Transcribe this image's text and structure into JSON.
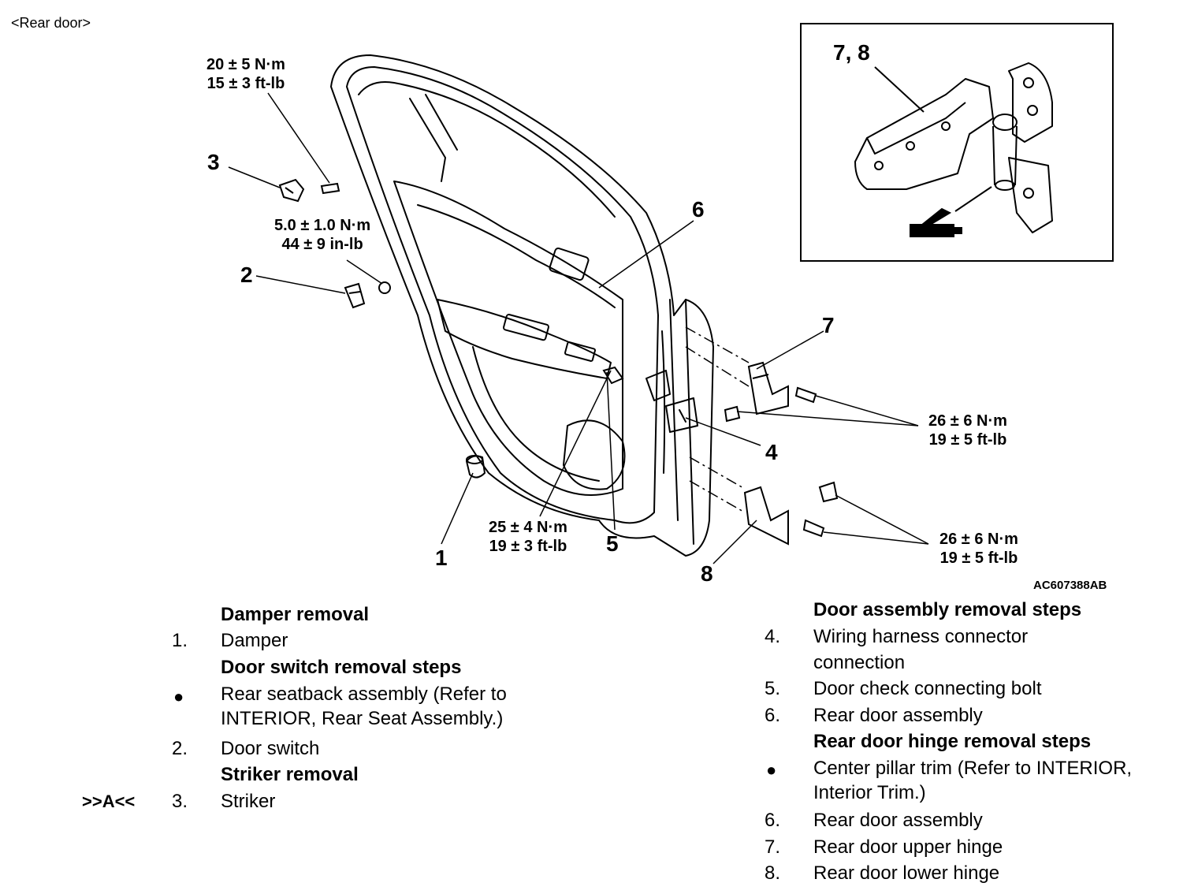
{
  "section_label": "<Rear door>",
  "figure_code": "AC607388AB",
  "callouts": {
    "c1": "1",
    "c2": "2",
    "c3": "3",
    "c4": "4",
    "c5": "5",
    "c6": "6",
    "c7": "7",
    "c8": "8",
    "c78": "7, 8"
  },
  "torques": {
    "t_striker_bolt": {
      "metric": "20 ± 5 N·m",
      "imperial": "15 ± 3 ft-lb"
    },
    "t_switch": {
      "metric": "5.0 ± 1.0 N·m",
      "imperial": "44 ± 9 in-lb"
    },
    "t_check": {
      "metric": "25 ± 4 N·m",
      "imperial": "19 ± 3 ft-lb"
    },
    "t_upper_hinge": {
      "metric": "26 ± 6 N·m",
      "imperial": "19 ± 5 ft-lb"
    },
    "t_lower_hinge": {
      "metric": "26 ± 6 N·m",
      "imperial": "19 ± 5 ft-lb"
    }
  },
  "left_list": {
    "damper_heading": "Damper removal",
    "item1_num": "1.",
    "item1_text": "Damper",
    "switch_heading": "Door switch removal steps",
    "bullet1_line1": "Rear seatback assembly (Refer to",
    "bullet1_line2": "INTERIOR, Rear Seat Assembly.)",
    "item2_num": "2.",
    "item2_text": "Door switch",
    "striker_heading": "Striker removal",
    "item3_mark": ">>A<<",
    "item3_num": "3.",
    "item3_text": "Striker"
  },
  "right_list": {
    "door_heading": "Door assembly removal steps",
    "item4_num": "4.",
    "item4_line1": "Wiring harness connector",
    "item4_line2": "connection",
    "item5_num": "5.",
    "item5_text": "Door check connecting bolt",
    "item6_num": "6.",
    "item6_text": "Rear door assembly",
    "hinge_heading": "Rear door hinge removal steps",
    "bullet_line1": "Center pillar trim (Refer to INTERIOR,",
    "bullet_line2": "Interior Trim.)",
    "item6b_num": "6.",
    "item6b_text": "Rear door assembly",
    "item7_num": "7.",
    "item7_text": "Rear door upper hinge",
    "item8_num": "8.",
    "item8_text": "Rear door lower hinge"
  }
}
